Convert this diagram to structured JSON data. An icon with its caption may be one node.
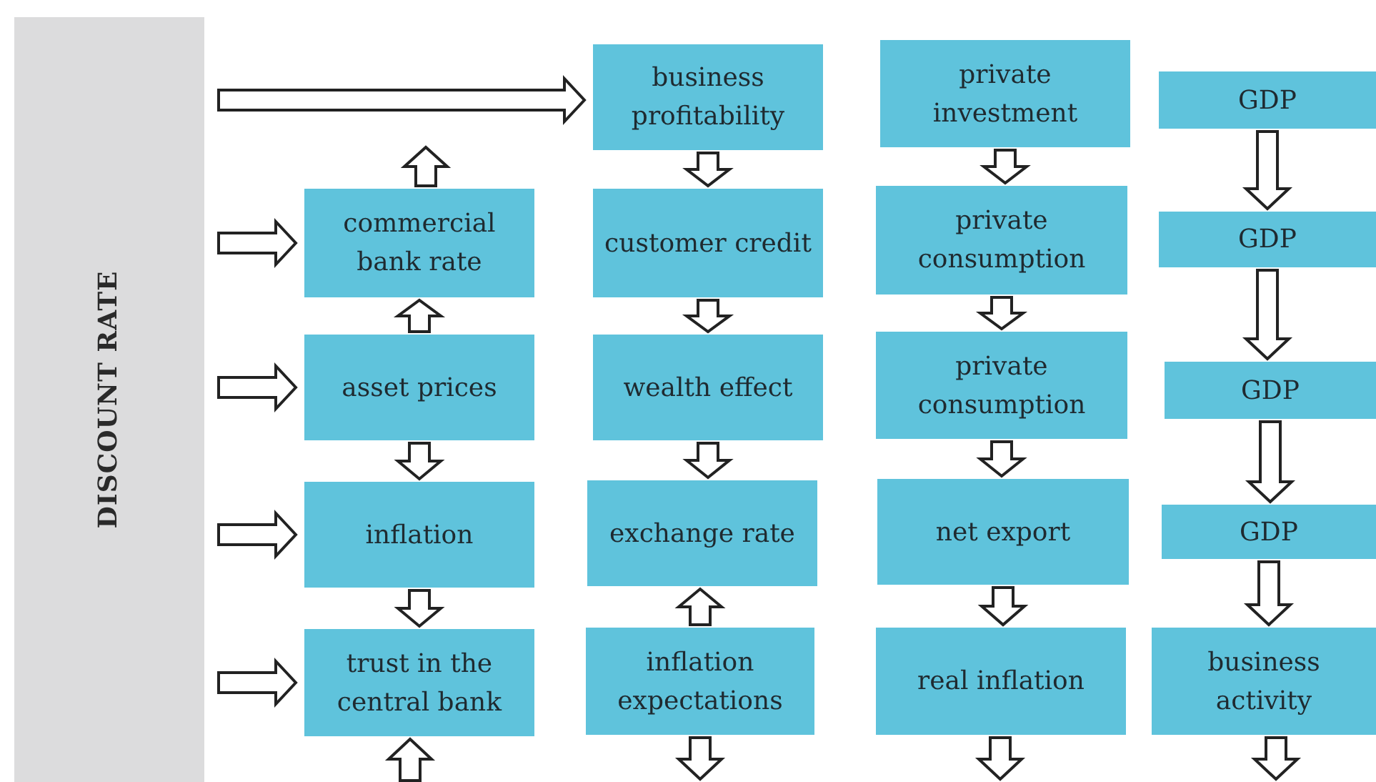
{
  "diagram": {
    "nodes": [
      {
        "text": [
          "DISCOUNT RATE"
        ]
      },
      {
        "text": [
          "business profitability"
        ]
      },
      {
        "text": [
          "private investment"
        ]
      },
      {
        "text": [
          "GDP"
        ]
      },
      {
        "text": [
          "commercial bank rate"
        ]
      },
      {
        "text": [
          "customer credit"
        ]
      },
      {
        "text": [
          "private consumption"
        ]
      },
      {
        "text": [
          "GDP"
        ]
      },
      {
        "text": [
          "asset prices"
        ]
      },
      {
        "text": [
          "wealth effect"
        ]
      },
      {
        "text": [
          "private consumption"
        ]
      },
      {
        "text": [
          "GDP"
        ]
      },
      {
        "text": [
          "inflation"
        ]
      },
      {
        "text": [
          "exchange rate"
        ]
      },
      {
        "text": [
          "net export"
        ]
      },
      {
        "text": [
          "GDP"
        ]
      },
      {
        "text": [
          "trust in the central bank"
        ]
      },
      {
        "text": [
          "inflation expectations"
        ]
      },
      {
        "text": [
          "real inflation"
        ]
      },
      {
        "text": [
          "business activity"
        ]
      }
    ],
    "edges": [
      {
        "from": 0,
        "to": 1,
        "arrow": "to"
      },
      {
        "from": 0,
        "to": 4,
        "arrow": "to"
      },
      {
        "from": 0,
        "to": 8,
        "arrow": "to"
      },
      {
        "from": 0,
        "to": 12,
        "arrow": "to"
      },
      {
        "from": 0,
        "to": 16,
        "arrow": "to"
      },
      {
        "from": 4,
        "to": null,
        "arrow": "to"
      },
      {
        "from": 8,
        "to": 4,
        "arrow": "to"
      },
      {
        "from": 8,
        "to": 12,
        "arrow": "to"
      },
      {
        "from": 12,
        "to": 16,
        "arrow": "to"
      },
      {
        "from": null,
        "to": 16,
        "arrow": "to"
      },
      {
        "from": 1,
        "to": 5,
        "arrow": "to"
      },
      {
        "from": 5,
        "to": 9,
        "arrow": "to"
      },
      {
        "from": 9,
        "to": 13,
        "arrow": "to"
      },
      {
        "from": 17,
        "to": 13,
        "arrow": "to"
      },
      {
        "from": 17,
        "to": null,
        "arrow": "to"
      },
      {
        "from": 2,
        "to": 6,
        "arrow": "to"
      },
      {
        "from": 6,
        "to": 10,
        "arrow": "to"
      },
      {
        "from": 10,
        "to": 14,
        "arrow": "to"
      },
      {
        "from": 14,
        "to": 18,
        "arrow": "to"
      },
      {
        "from": 18,
        "to": null,
        "arrow": "to"
      },
      {
        "from": 3,
        "to": 7,
        "arrow": "to"
      },
      {
        "from": 7,
        "to": 11,
        "arrow": "to"
      },
      {
        "from": 11,
        "to": 15,
        "arrow": "to"
      },
      {
        "from": 15,
        "to": 19,
        "arrow": "to"
      },
      {
        "from": 19,
        "to": null,
        "arrow": "to"
      }
    ]
  }
}
